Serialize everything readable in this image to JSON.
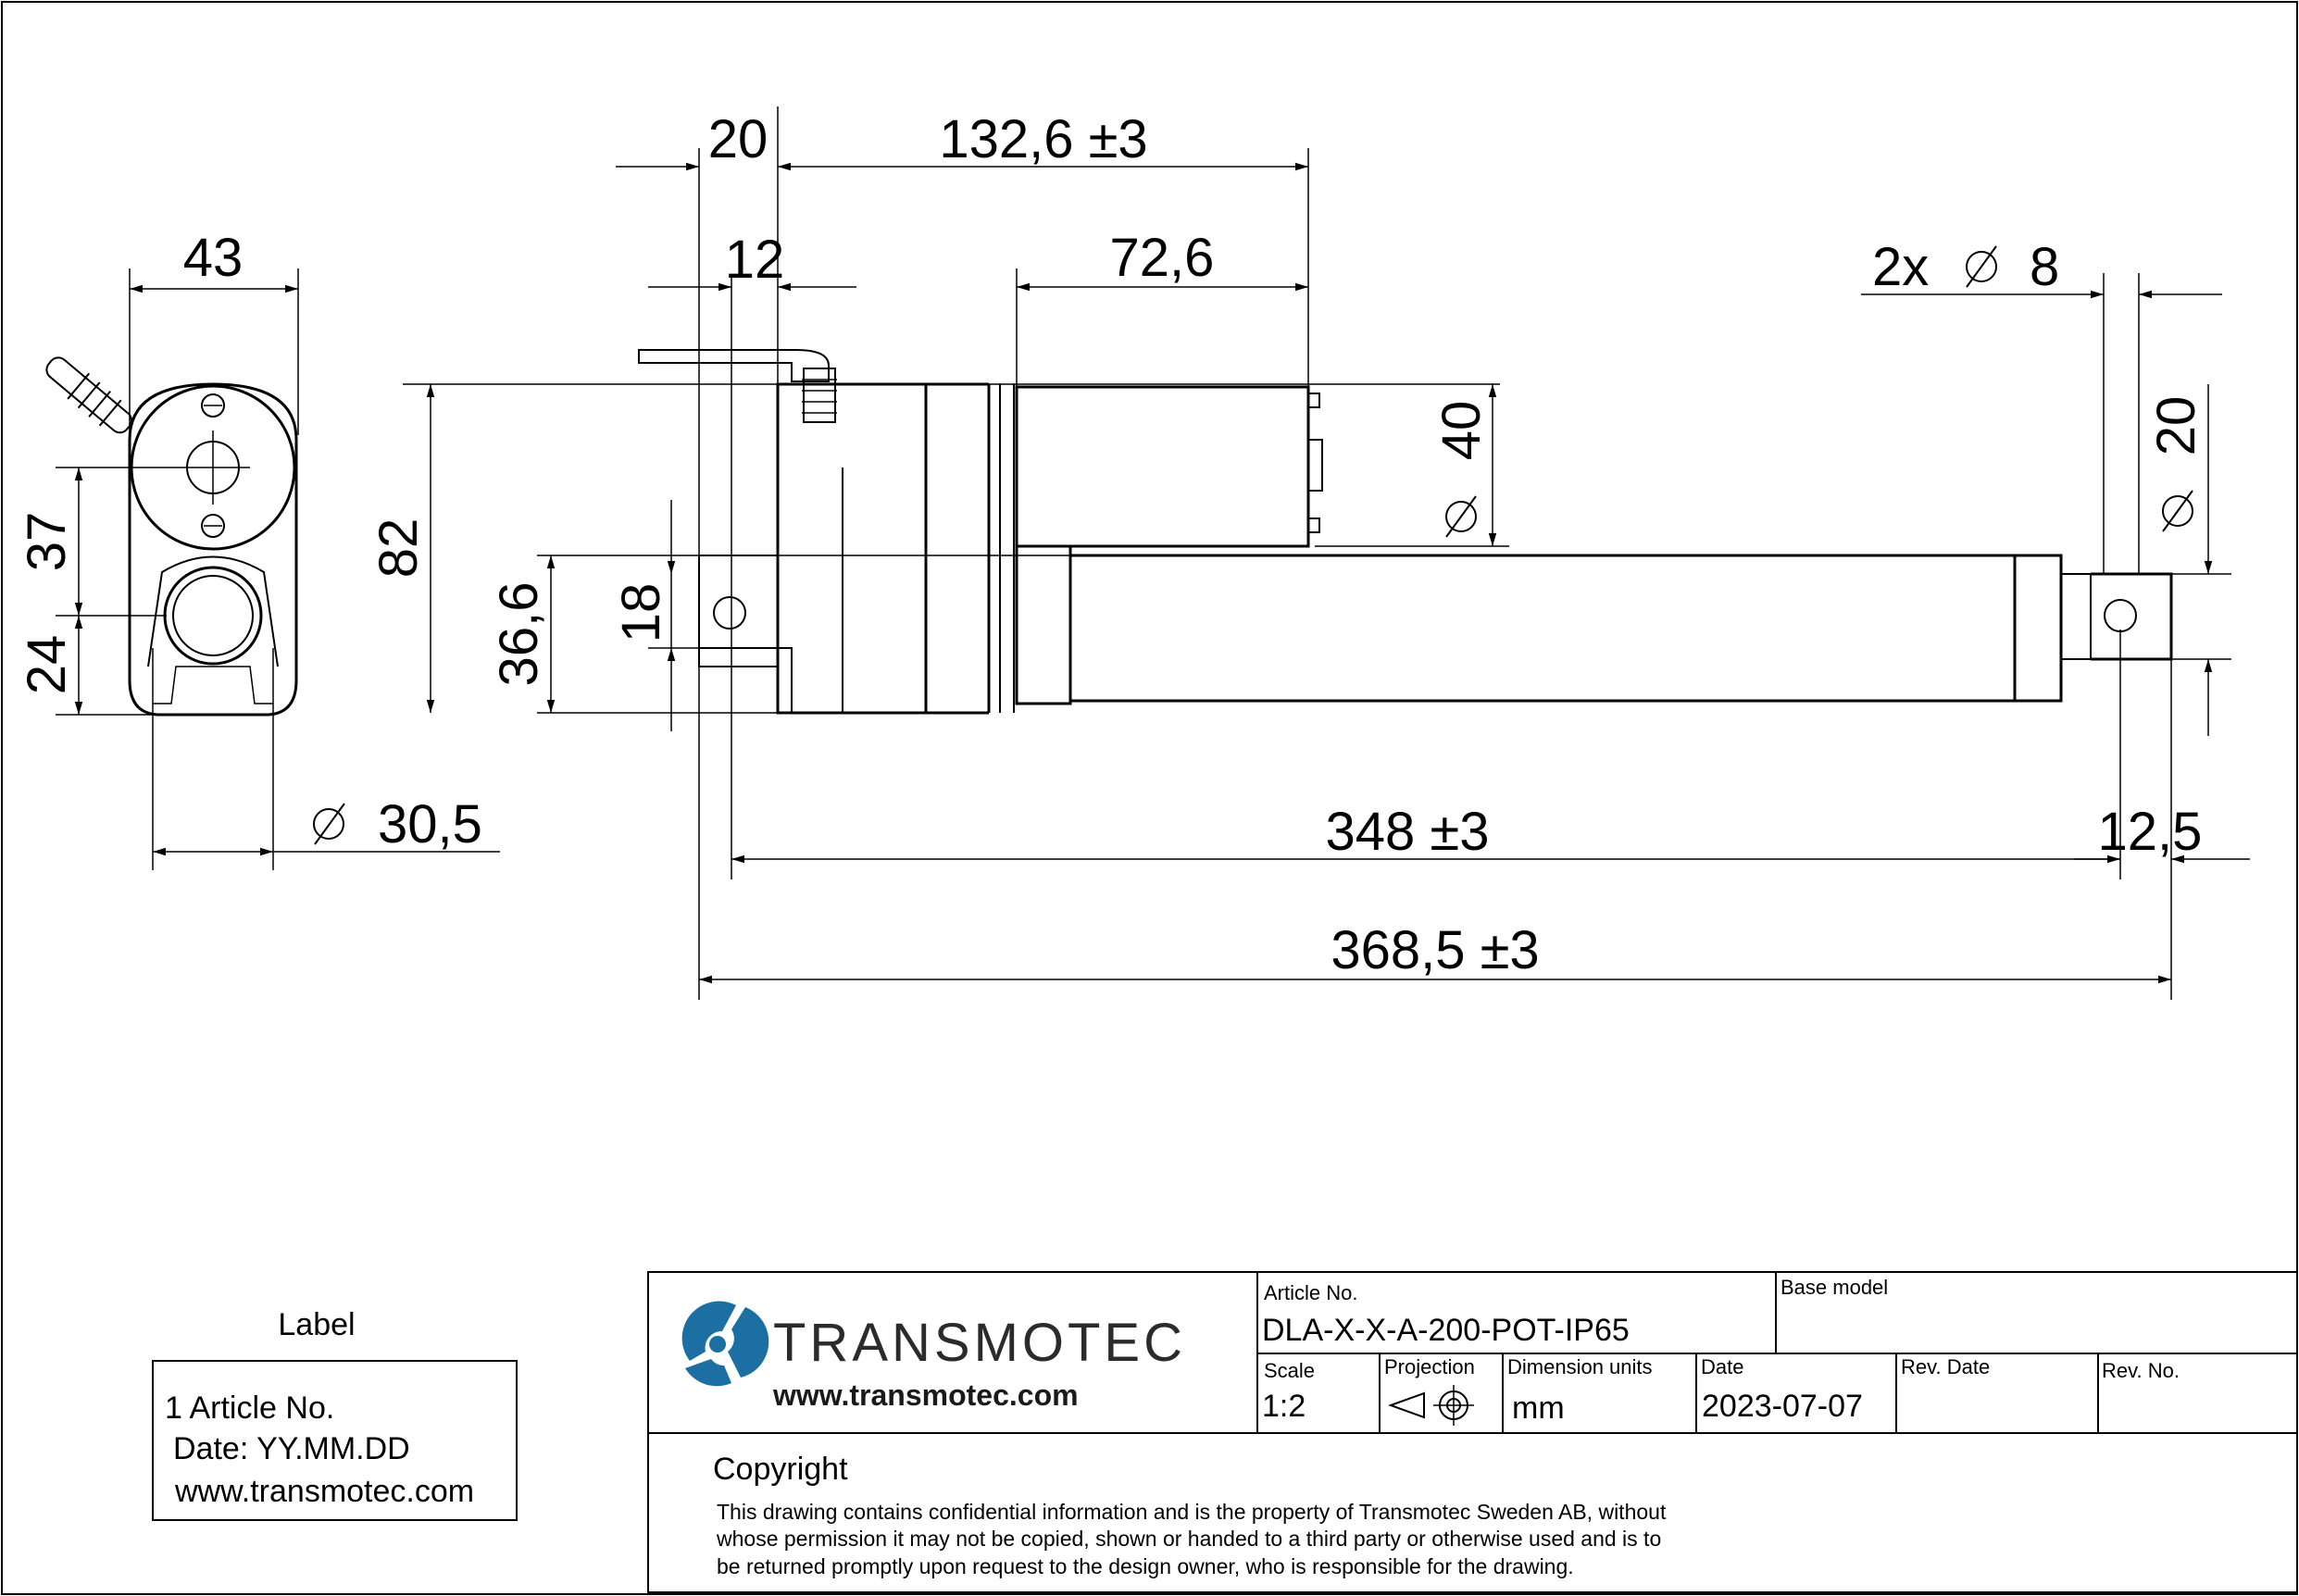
{
  "dimensions": {
    "d20": "20",
    "d132": "132,6 ±3",
    "d12": "12",
    "d72": "72,6",
    "d2x": "2x",
    "d8": "8",
    "d43": "43",
    "d82": "82",
    "d40": "40",
    "d20b": "20",
    "d37": "37",
    "d24": "24",
    "d366": "36,6",
    "d18": "18",
    "d305": "30,5",
    "d348": "348 ±3",
    "d125": "12,5",
    "d368": "368,5 ±3"
  },
  "label": {
    "title": "Label",
    "line1": "1 Article No.",
    "line2": "Date: YY.MM.DD",
    "line3": "www.transmotec.com"
  },
  "titleblock": {
    "brand": "TRANSMOTEC",
    "website": "www.transmotec.com",
    "article_label": "Article No.",
    "article_value": "DLA-X-X-A-200-POT-IP65",
    "base_model_label": "Base model",
    "scale_label": "Scale",
    "scale_value": "1:2",
    "projection_label": "Projection",
    "units_label": "Dimension units",
    "units_value": "mm",
    "date_label": "Date",
    "date_value": "2023-07-07",
    "rev_date_label": "Rev. Date",
    "rev_no_label": "Rev. No."
  },
  "copyright": {
    "title": "Copyright",
    "line1": "This drawing contains confidential information and is the property of Transmotec Sweden AB, without",
    "line2": "whose permission it may not be copied, shown or handed to a third party or otherwise used and is to",
    "line3": "be returned promptly upon request to the design owner, who is responsible for the drawing."
  },
  "colors": {
    "brand_blue": "#1b6fa3",
    "line": "#000000"
  }
}
